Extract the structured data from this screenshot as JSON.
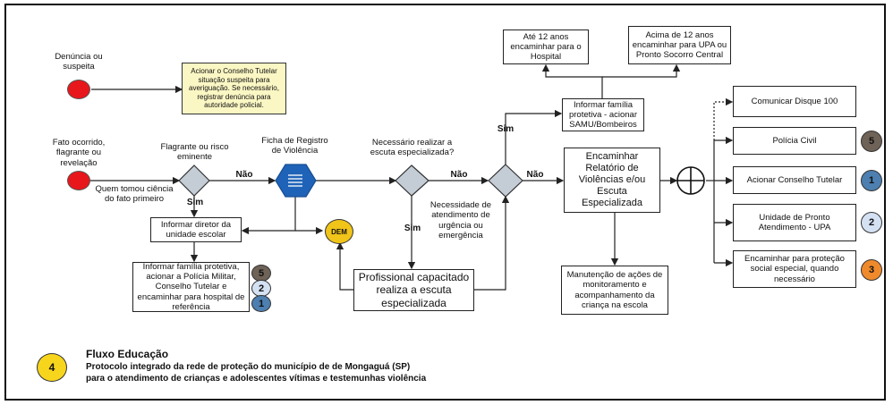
{
  "inputs": {
    "denuncia": "Denúncia ou suspeita",
    "fato": "Fato ocorrido, flagrante ou revelação",
    "quem_tomou": "Quem tomou ciência do fato primeiro"
  },
  "note": "Acionar o Conselho Tutelar situação suspeita para averiguação. Se necessário, registrar denúncia para autoridade policial.",
  "decisions": {
    "flagrante": "Flagrante ou risco eminente",
    "ficha": "Ficha de Registro de Violência",
    "escuta": "Necessário realizar a escuta especializada?",
    "urgencia": "Necessidade de atendimento de urgência ou emergência"
  },
  "edges": {
    "nao1": "Não",
    "sim1": "Sim",
    "nao2": "Não",
    "sim2": "Sim",
    "sim3": "Sim",
    "nao3": "Não"
  },
  "boxes": {
    "diretor": "Informar diretor da unidade escolar",
    "familia_pm": "Informar família protetiva, acionar a Polícia Militar, Conselho Tutelar e encaminhar para hospital de referência",
    "profissional": "Profissional capacitado realiza a escuta especializada",
    "samu": "Informar família protetiva - acionar SAMU/Bombeiros",
    "hospital": "Até 12 anos encaminhar para o Hospital",
    "upa_central": "Acima de 12 anos encaminhar para UPA ou Pronto Socorro Central",
    "relatorio": "Encaminhar Relatório de Violências e/ou Escuta Especializada",
    "manutencao": "Manutenção de ações de monitoramento e acompanhamento da criança na escola",
    "disque": "Comunicar Disque 100",
    "policia": "Polícia Civil",
    "conselho": "Acionar Conselho Tutelar",
    "upa": "Unidade de Pronto Atendimento - UPA",
    "protecao": "Encaminhar para proteção social especial, quando necessário"
  },
  "dem": "DEM",
  "badges": {
    "policia": "5",
    "conselho": "1",
    "upa": "2",
    "protecao": "3",
    "fam_5": "5",
    "fam_2": "2",
    "fam_1": "1",
    "legend": "4"
  },
  "legend": {
    "title": "Fluxo Educação",
    "line1": "Protocolo integrado da rede de proteção do município de de Mongaguá (SP)",
    "line2": "para o atendimento de crianças e adolescentes vítimas e testemunhas violência"
  },
  "colors": {
    "badge_5": "#6f6257",
    "badge_1": "#4d7fb0",
    "badge_2": "#d4e1f3",
    "badge_3": "#ef8a2c",
    "badge_4": "#f7d51d",
    "dem": "#f0c419",
    "hexagon": "#1f63b8",
    "diamond": "#c4ccd6",
    "note": "#fbf7c4",
    "start": "#e8171c"
  }
}
